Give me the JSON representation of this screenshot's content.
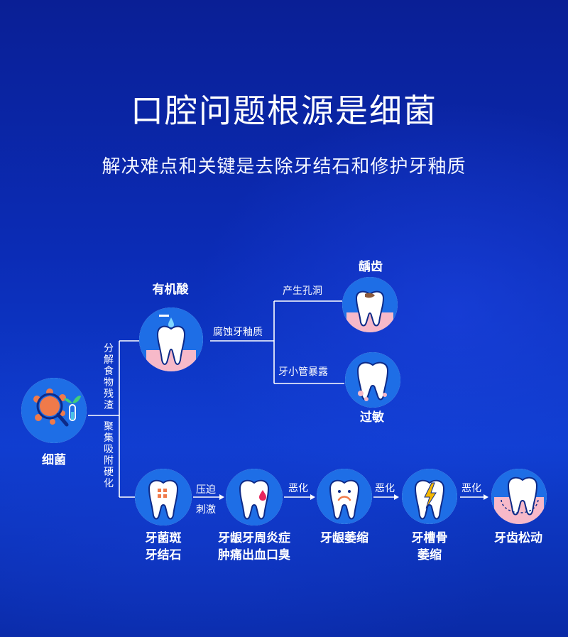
{
  "header": {
    "title": "口腔问题根源是细菌",
    "subtitle": "解决难点和关键是去除牙结石和修护牙釉质"
  },
  "nodes": {
    "bacteria": "细菌",
    "organic_acid": "有机酸",
    "caries": "龋齿",
    "sensitivity": "过敏",
    "plaque_line1": "牙菌斑",
    "plaque_line2": "牙结石",
    "gingivitis_line1": "牙龈牙周炎症",
    "gingivitis_line2": "肿痛出血口臭",
    "gum_recession": "牙龈萎缩",
    "bone_line1": "牙槽骨",
    "bone_line2": "萎缩",
    "loose_teeth": "牙齿松动"
  },
  "edges": {
    "decompose_food": "分解食物残渣",
    "aggregate_harden": "聚集吸附硬化",
    "corrode_enamel": "腐蚀牙釉质",
    "create_cavity": "产生孔洞",
    "tubule_exposed": "牙小管暴露",
    "press": "压迫",
    "irritate": "刺激",
    "worsen_1": "恶化",
    "worsen_2": "恶化",
    "worsen_3": "恶化"
  },
  "colors": {
    "accent_orange": "#f07a4a",
    "icon_blue": "#1e6ee6",
    "gum_pink": "#f7b9c9",
    "alert_red": "#e8265e",
    "lightning_yellow": "#f5b700"
  }
}
